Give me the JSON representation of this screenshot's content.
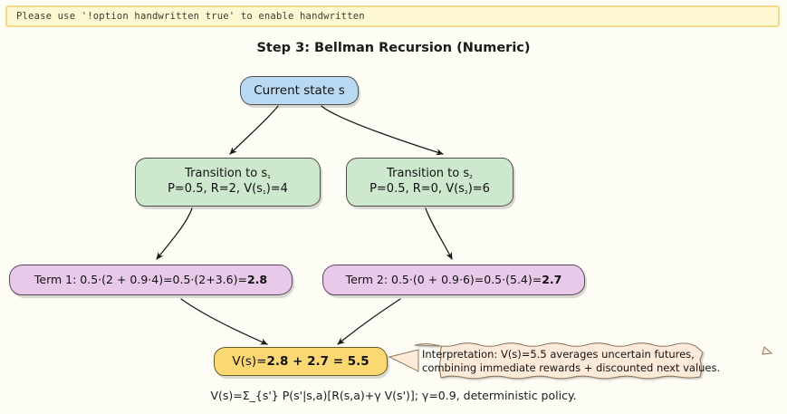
{
  "banner": {
    "text": "Please use '!option handwritten true' to enable handwritten"
  },
  "diagram": {
    "title": "Step 3: Bellman Recursion (Numeric)",
    "caption": "V(s)=Σ_{s'} P(s'|s,a)[R(s,a)+γ V(s')]; γ=0.9, deterministic policy.",
    "nodes": {
      "current": {
        "label": "Current state s",
        "color": "#b9d9f2"
      },
      "transition1": {
        "line1_prefix": "Transition to s",
        "line1_sub": "₁",
        "line2_a": "P=0.5, R=2, V(s",
        "line2_sub": "₁",
        "line2_b": ")=4",
        "color": "#cde8cd"
      },
      "transition2": {
        "line1_prefix": "Transition to s",
        "line1_sub": "₂",
        "line2_a": "P=0.5, R=0, V(s",
        "line2_sub": "₂",
        "line2_b": ")=6",
        "color": "#cde8cd"
      },
      "term1": {
        "expression": "Term 1: 0.5·(2 + 0.9·4)=0.5·(2+3.6)=",
        "result": "2.8",
        "color": "#e9c9e9"
      },
      "term2": {
        "expression": "Term 2: 0.5·(0 + 0.9·6)=0.5·(5.4)=",
        "result": "2.7",
        "color": "#e9c9e9"
      },
      "result": {
        "prefix": "V(s)=",
        "value": "2.8 + 2.7 = 5.5",
        "color": "#fcd872"
      }
    },
    "callout": {
      "line1": "Interpretation: V(s)=5.5 averages uncertain futures,",
      "line2": "combining immediate rewards + discounted next values.",
      "color": "#fdead8"
    },
    "edge_color": "#1a1a1a"
  }
}
